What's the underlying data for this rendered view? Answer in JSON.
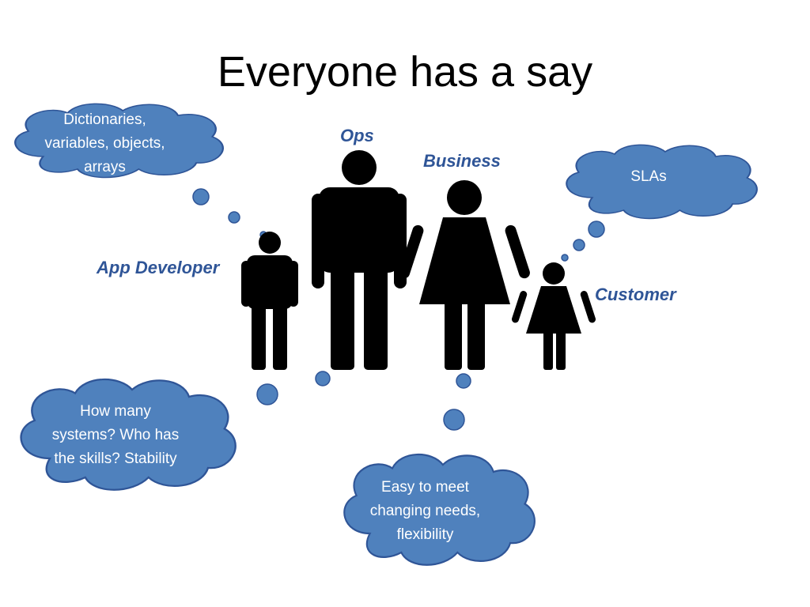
{
  "title": "Everyone has a say",
  "roles": {
    "ops": "Ops",
    "business": "Business",
    "app_developer": "App Developer",
    "customer": "Customer"
  },
  "bubbles": {
    "developer_thought": "Dictionaries, variables, objects, arrays",
    "customer_thought": "SLAs",
    "ops_thought": "How many systems? Who has the skills? Stability",
    "business_thought": "Easy to meet changing needs, flexibility"
  },
  "colors": {
    "bubble_fill": "#4f81bd",
    "bubble_stroke": "#2f5597",
    "figure": "#000000",
    "label": "#2f5597"
  }
}
